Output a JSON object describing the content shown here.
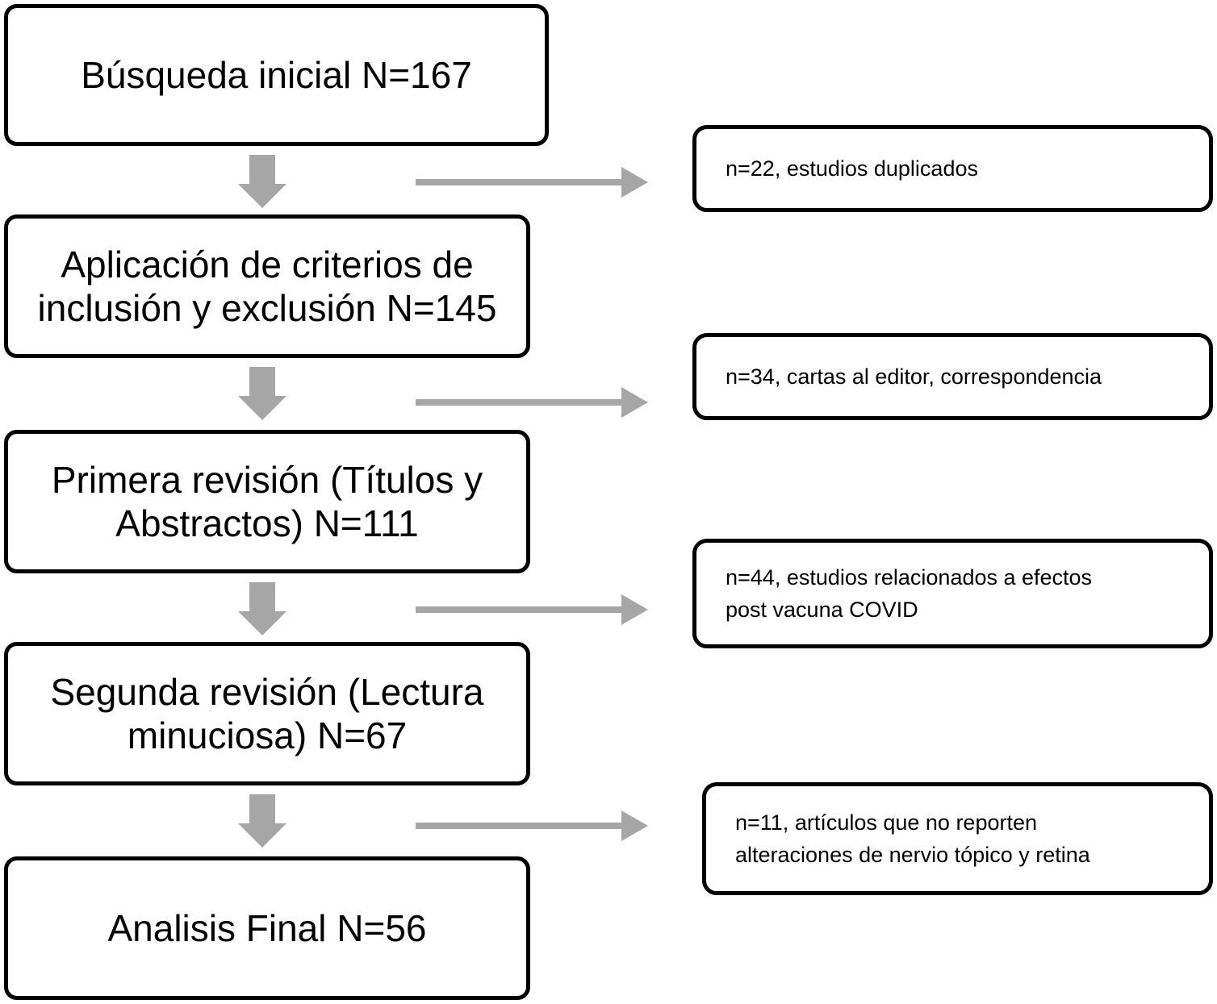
{
  "diagram": {
    "type": "prisma-flowchart",
    "language": "es",
    "colors": {
      "box_border": "#000000",
      "box_fill": "#ffffff",
      "arrow": "#a6a6a6",
      "text": "#000000"
    },
    "stages": [
      {
        "id": "stage-busqueda-inicial",
        "label": "Búsqueda inicial N=167",
        "count": 167,
        "count_prefix": "N"
      },
      {
        "id": "stage-criterios",
        "label": "Aplicación de criterios de\ninclusión y exclusión N=145",
        "count": 145,
        "count_prefix": "N"
      },
      {
        "id": "stage-primera-revision",
        "label": "Primera revisión (Títulos y\nAbstractos) N=111",
        "count": 111,
        "count_prefix": "N"
      },
      {
        "id": "stage-segunda-revision",
        "label": "Segunda revisión (Lectura\nminuciosa) N=67",
        "count": 67,
        "count_prefix": "N"
      },
      {
        "id": "stage-analisis-final",
        "label": "Analisis Final N=56",
        "count": 56,
        "count_prefix": "N"
      }
    ],
    "exclusions": [
      {
        "id": "exclusion-duplicados",
        "label": "n=22, estudios duplicados",
        "count": 22,
        "count_prefix": "n"
      },
      {
        "id": "exclusion-cartas-editor",
        "label": "n=34, cartas al editor, correspondencia",
        "count": 34,
        "count_prefix": "n"
      },
      {
        "id": "exclusion-post-vacuna",
        "label": "n=44, estudios relacionados a efectos\npost vacuna COVID",
        "count": 44,
        "count_prefix": "n"
      },
      {
        "id": "exclusion-sin-alteraciones",
        "label": "n=11, artículos que no reporten\nalteraciones de nervio tópico y retina",
        "count": 11,
        "count_prefix": "n"
      }
    ],
    "connectors": {
      "down_arrow_icon": "arrow-down-block-icon",
      "right_arrow_icon": "arrow-right-line-icon",
      "down_arrow_count": 4,
      "right_arrow_count": 4
    }
  }
}
